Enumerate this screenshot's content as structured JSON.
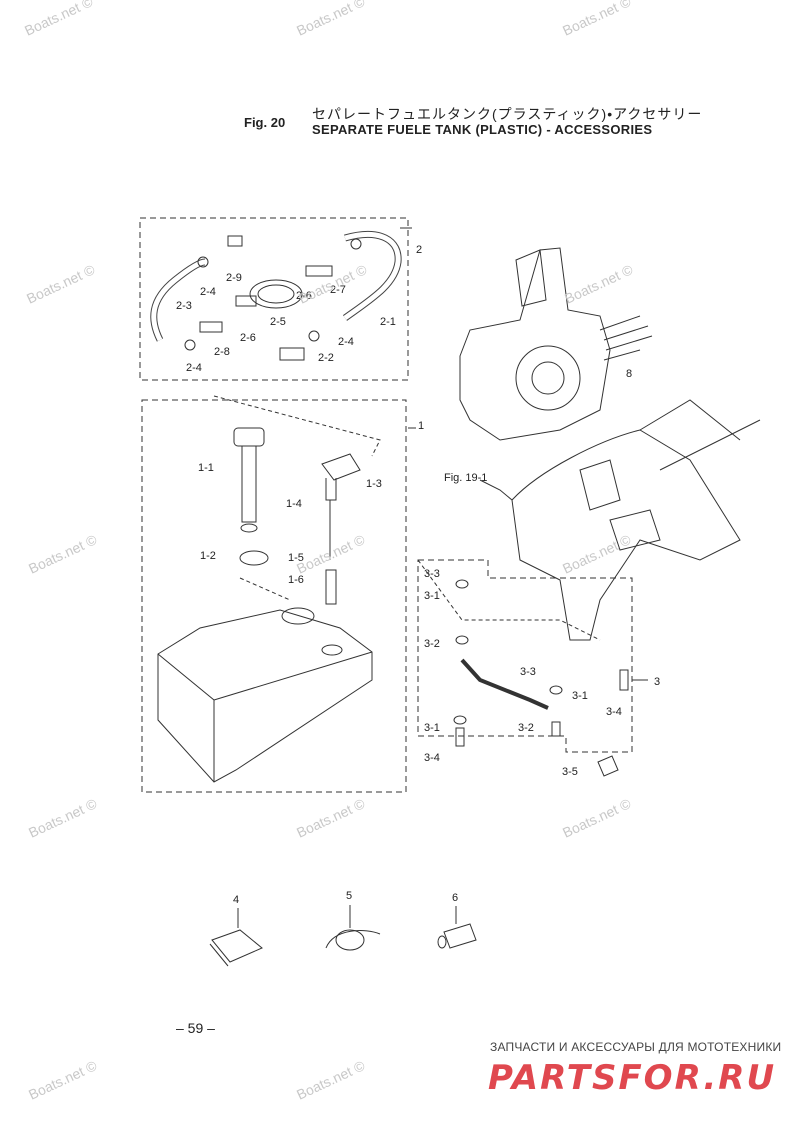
{
  "header": {
    "fig": "Fig. 20",
    "title_jp": "セパレートフュエルタンク(プラスティック)•アクセサリー",
    "title_en": "SEPARATE FUELE TANK (PLASTIC) - ACCESSORIES"
  },
  "watermark": "Boats.net ©",
  "labels": [
    {
      "id": "2",
      "text": "2"
    },
    {
      "id": "2-9",
      "text": "2-9"
    },
    {
      "id": "2-4a",
      "text": "2-4"
    },
    {
      "id": "2-3",
      "text": "2-3"
    },
    {
      "id": "2-6a",
      "text": "2-6"
    },
    {
      "id": "2-7",
      "text": "2-7"
    },
    {
      "id": "2-5",
      "text": "2-5"
    },
    {
      "id": "2-6b",
      "text": "2-6"
    },
    {
      "id": "2-1",
      "text": "2-1"
    },
    {
      "id": "2-8",
      "text": "2-8"
    },
    {
      "id": "2-4b",
      "text": "2-4"
    },
    {
      "id": "2-4c",
      "text": "2-4"
    },
    {
      "id": "2-2",
      "text": "2-2"
    },
    {
      "id": "8",
      "text": "8"
    },
    {
      "id": "1",
      "text": "1"
    },
    {
      "id": "1-1",
      "text": "1-1"
    },
    {
      "id": "1-3",
      "text": "1-3"
    },
    {
      "id": "1-4",
      "text": "1-4"
    },
    {
      "id": "fig19",
      "text": "Fig. 19-1"
    },
    {
      "id": "1-2",
      "text": "1-2"
    },
    {
      "id": "1-5",
      "text": "1-5"
    },
    {
      "id": "1-6",
      "text": "1-6"
    },
    {
      "id": "3-3a",
      "text": "3-3"
    },
    {
      "id": "3-1a",
      "text": "3-1"
    },
    {
      "id": "3-2a",
      "text": "3-2"
    },
    {
      "id": "3-3b",
      "text": "3-3"
    },
    {
      "id": "3-1b",
      "text": "3-1"
    },
    {
      "id": "3",
      "text": "3"
    },
    {
      "id": "3-4a",
      "text": "3-4"
    },
    {
      "id": "3-1c",
      "text": "3-1"
    },
    {
      "id": "3-2b",
      "text": "3-2"
    },
    {
      "id": "3-4b",
      "text": "3-4"
    },
    {
      "id": "3-5",
      "text": "3-5"
    },
    {
      "id": "4",
      "text": "4"
    },
    {
      "id": "5",
      "text": "5"
    },
    {
      "id": "6",
      "text": "6"
    }
  ],
  "page_number": "– 59 –",
  "footer": {
    "ru_text": "ЗАПЧАСТИ И АКСЕССУАРЫ ДЛЯ МОТОТЕХНИКИ",
    "logo": "PARTSFOR.RU"
  }
}
